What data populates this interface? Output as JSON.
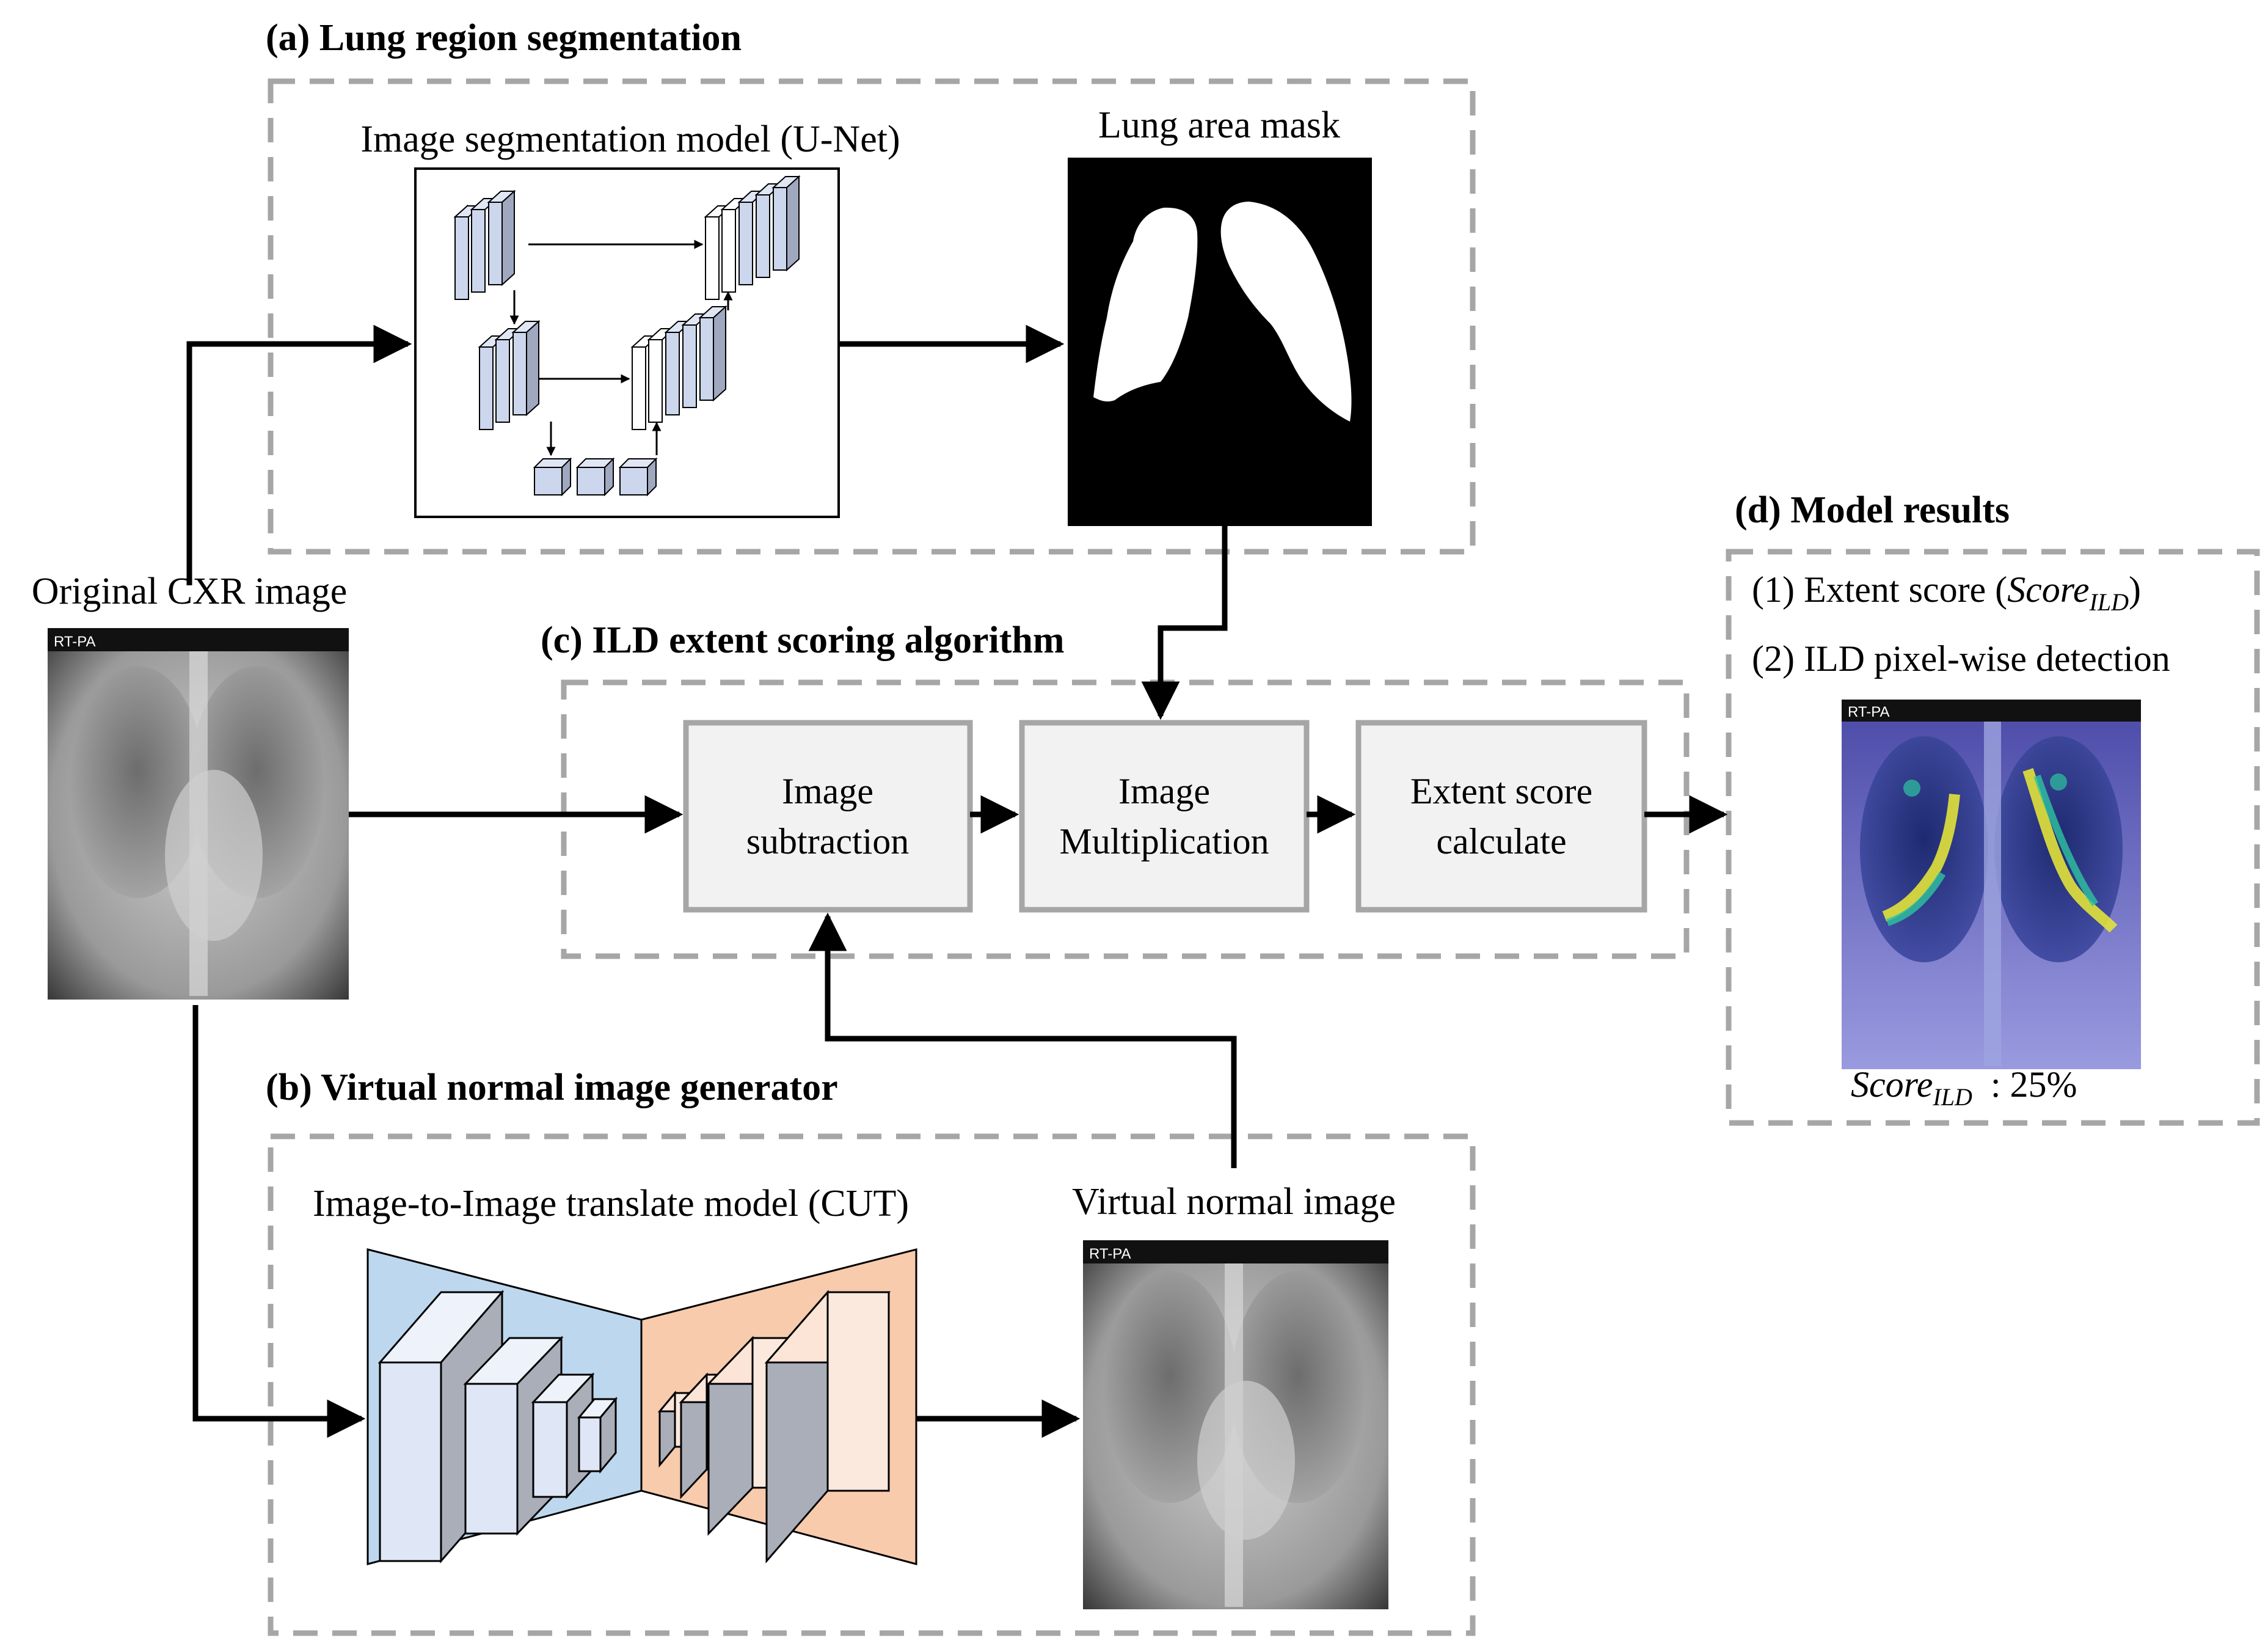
{
  "sections": {
    "a_title": "(a) Lung region segmentation",
    "b_title": "(b) Virtual normal image generator",
    "c_title": "(c) ILD extent scoring algorithm",
    "d_title": "(d) Model results"
  },
  "segmentation": {
    "model_label": "Image segmentation model (U-Net)",
    "mask_label": "Lung area mask"
  },
  "input": {
    "label": "Original CXR image",
    "tag": "RT-PA"
  },
  "generator": {
    "model_label": "Image-to-Image translate model (CUT)",
    "output_label": "Virtual normal image",
    "output_tag": "RT-PA"
  },
  "scoring": {
    "box1_line1": "Image",
    "box1_line2": "subtraction",
    "box2_line1": "Image",
    "box2_line2": "Multiplication",
    "box3_line1": "Extent score",
    "box3_line2": "calculate"
  },
  "results": {
    "item1_prefix": "(1) Extent score (",
    "item1_var": "Score",
    "item1_sub": "ILD",
    "item1_suffix": ")",
    "item2": "(2) ILD pixel-wise detection",
    "result_tag": "RT-PA",
    "score_var": "Score",
    "score_sub": "ILD",
    "score_value": ": 25%"
  },
  "colors": {
    "dashed_border": "#a6a6a6",
    "box_fill": "#f2f2f2",
    "box_border": "#a6a6a6",
    "unet_block": "#ccd6ec",
    "encoder_bg": "#bdd7ee",
    "decoder_bg": "#f8cbad",
    "arrow": "#000000"
  }
}
